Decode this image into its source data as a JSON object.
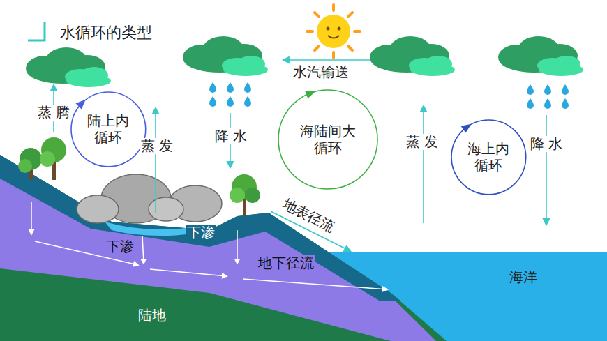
{
  "diagram": {
    "title": "水循环的类型",
    "nodes": [
      {
        "text": [
          "陆上内 循环"
        ]
      },
      {
        "text": [
          "海陆间大 循环"
        ]
      },
      {
        "text": [
          "海上内 循环"
        ]
      }
    ],
    "labels": [
      "蒸 腾",
      "蒸 发",
      "降 水",
      "水汽输送",
      "蒸 发",
      "降 水",
      "地表径流",
      "下渗",
      "下渗",
      "地下径流",
      "海洋",
      "陆地"
    ]
  }
}
